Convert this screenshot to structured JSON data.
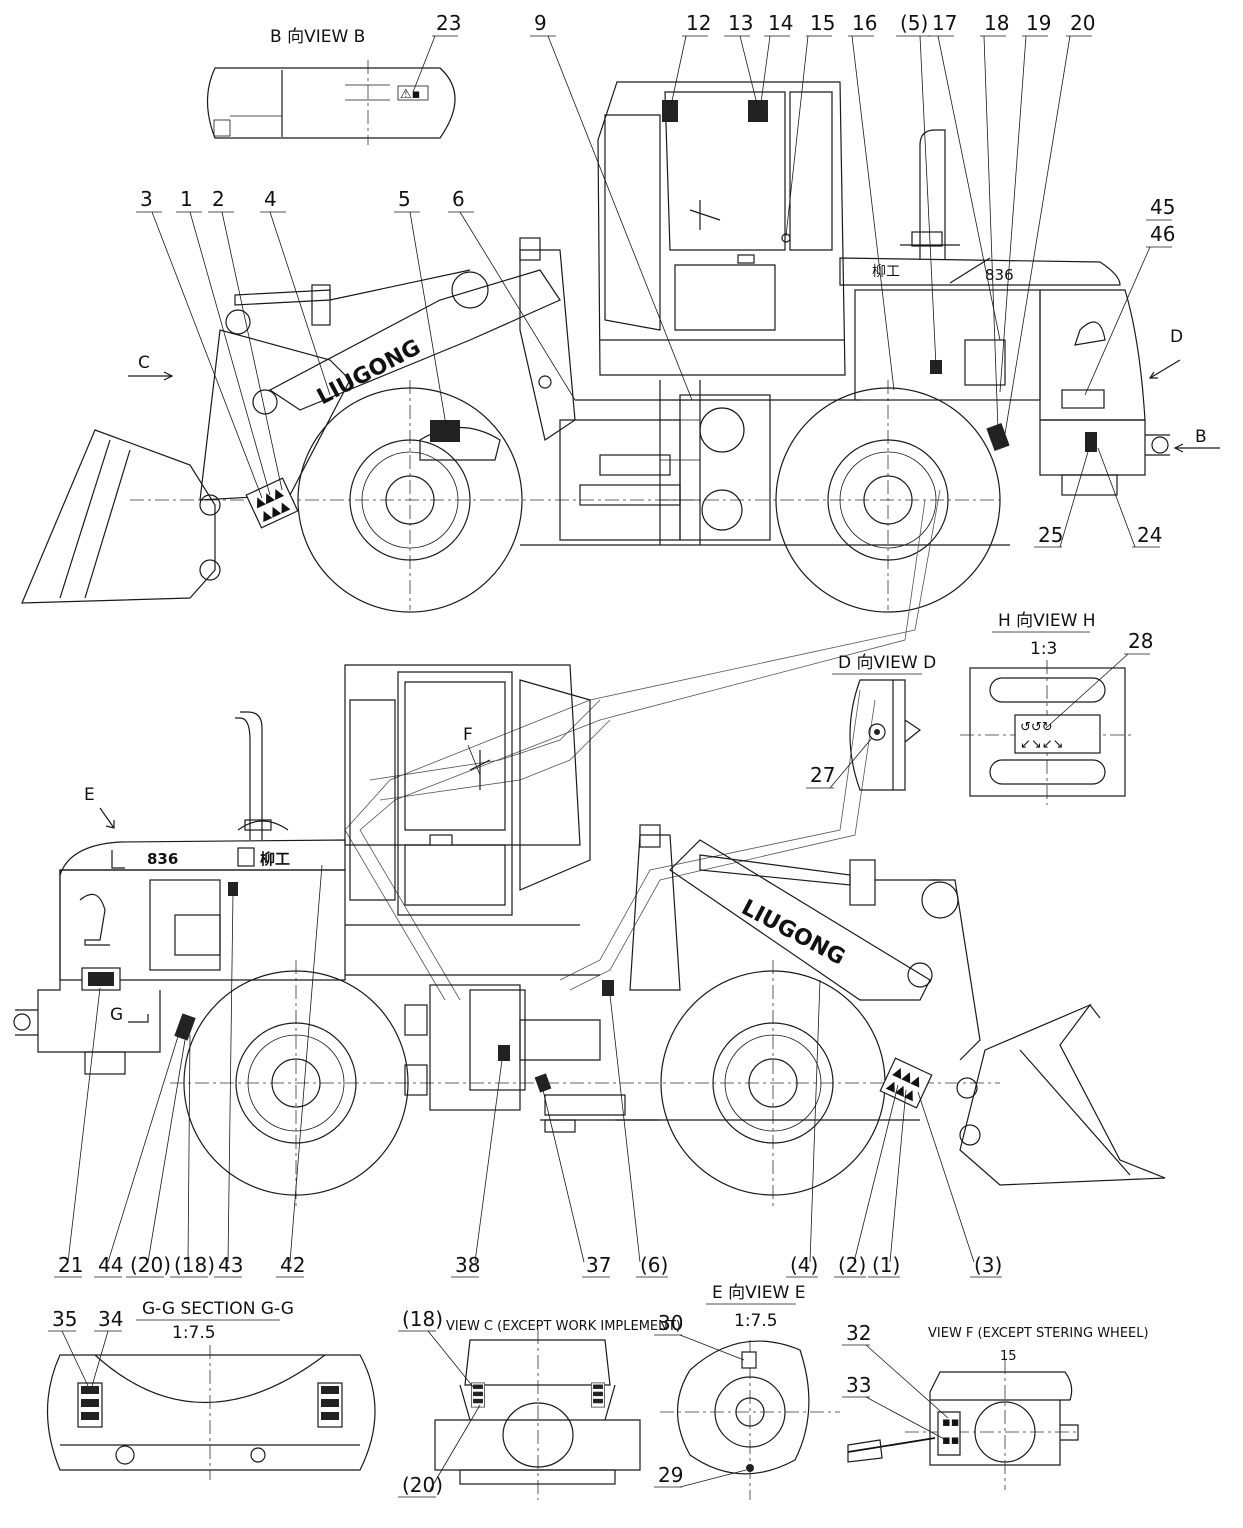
{
  "views": {
    "view_b": {
      "title": "B 向VIEW B"
    },
    "view_d": {
      "title": "D 向VIEW D"
    },
    "view_h": {
      "title": "H 向VIEW H",
      "scale": "1:3"
    },
    "section_g": {
      "title": "G-G SECTION G-G",
      "scale": "1:7.5"
    },
    "view_c": {
      "title": "VIEW C (EXCEPT WORK IMPLEMENT)"
    },
    "view_e": {
      "title": "E 向VIEW E",
      "scale": "1:7.5"
    },
    "view_f": {
      "title": "VIEW F (EXCEPT STERING WHEEL)",
      "scale": "15"
    }
  },
  "markers": {
    "b": "B",
    "c": "C",
    "d": "D",
    "e": "E",
    "f": "F",
    "g": "G"
  },
  "branding": {
    "model": "836",
    "logo_text": "LIUGONG",
    "hood_logo": "柳工"
  },
  "callouts": {
    "top_side": [
      "23",
      "9",
      "12",
      "13",
      "14",
      "15",
      "16",
      "(5)",
      "17",
      "18",
      "19",
      "20",
      "3",
      "1",
      "2",
      "4",
      "5",
      "6",
      "45",
      "46",
      "25",
      "24"
    ],
    "view_h": [
      "28"
    ],
    "view_d": [
      "27"
    ],
    "bottom_side": [
      "21",
      "44",
      "(20)",
      "(18)",
      "43",
      "42",
      "38",
      "37",
      "(6)",
      "(4)",
      "(2)",
      "(1)",
      "(3)"
    ],
    "section_g": [
      "35",
      "34"
    ],
    "view_c": [
      "(18)",
      "(20)"
    ],
    "view_e": [
      "30",
      "29"
    ],
    "view_f": [
      "32",
      "33"
    ]
  }
}
